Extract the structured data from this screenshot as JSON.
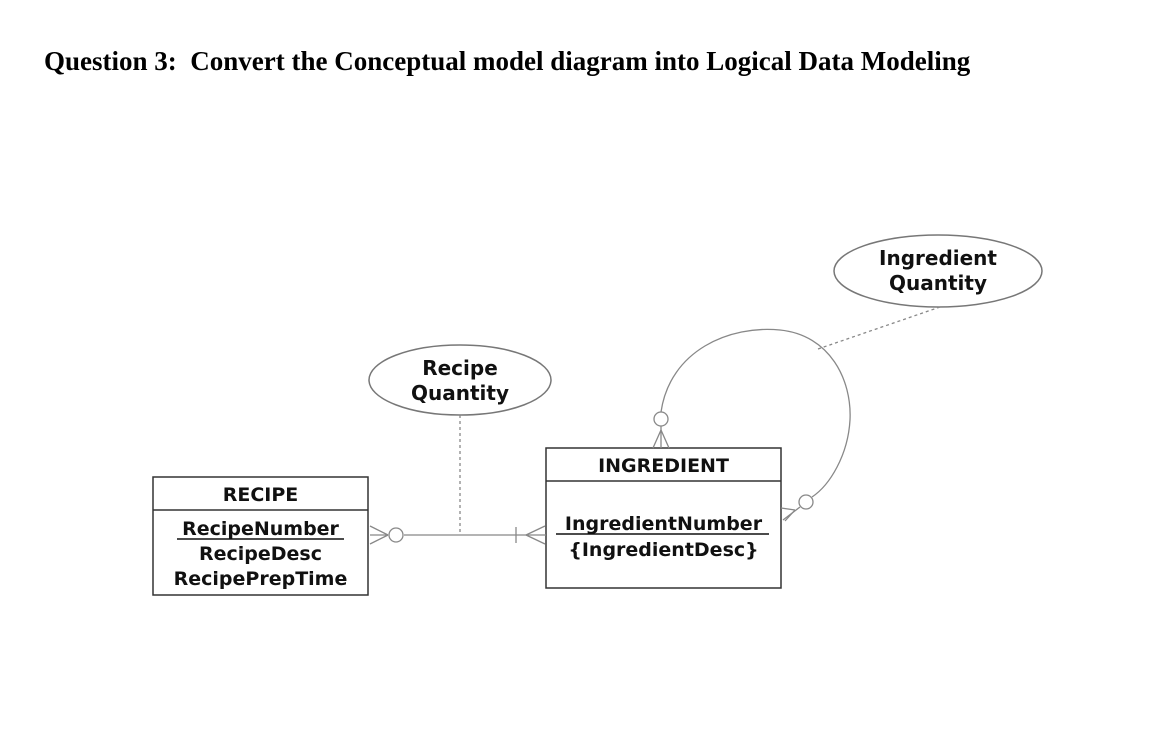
{
  "question": {
    "label": "Question 3:",
    "text": "Convert the Conceptual model diagram into Logical Data Modeling"
  },
  "diagram": {
    "recipe": {
      "title": "RECIPE",
      "attributes": [
        "RecipeNumber",
        "RecipeDesc",
        "RecipePrepTime"
      ],
      "identifier": "RecipeNumber"
    },
    "ingredient": {
      "title": "INGREDIENT",
      "attributes": [
        "IngredientNumber",
        "{IngredientDesc}"
      ],
      "identifier": "IngredientNumber"
    },
    "recipe_quantity": {
      "lines": [
        "Recipe",
        "Quantity"
      ]
    },
    "ingredient_quantity": {
      "lines": [
        "Ingredient",
        "Quantity"
      ]
    },
    "relationships": [
      {
        "from": "RECIPE",
        "to": "INGREDIENT",
        "from_cardinality": "zero-or-many",
        "to_cardinality": "one-or-many",
        "attribute": "Recipe Quantity"
      },
      {
        "from": "INGREDIENT",
        "to": "INGREDIENT",
        "from_cardinality": "zero-or-many",
        "to_cardinality": "zero-or-many",
        "attribute": "Ingredient Quantity"
      }
    ]
  }
}
